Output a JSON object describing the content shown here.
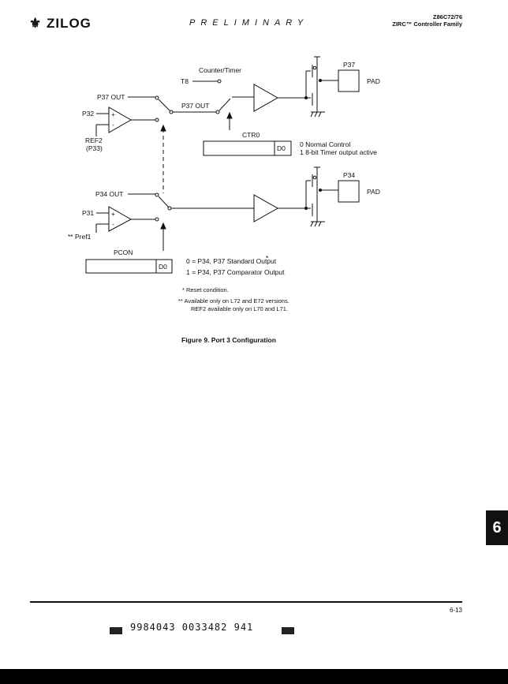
{
  "header": {
    "logo": "ZILOG",
    "center": "PRELIMINARY",
    "part": "Z86C72/76",
    "family": "ZIRC™ Controller Family"
  },
  "diagram": {
    "counter_timer": "Counter/Timer",
    "t8": "T8",
    "p37_out_top": "P37 OUT",
    "p37_out_mid": "P37 OUT",
    "p32": "P32",
    "ref2": "REF2",
    "p33": "(P33)",
    "plus": "+",
    "minus": "-",
    "p37_pin": "P37",
    "pad_top": "PAD",
    "ctr0": "CTR0",
    "d0_ctr": "D0",
    "ctr0_line1": "0  Normal Control",
    "ctr0_line2": "1  8-bit Timer output active",
    "p34_out": "P34 OUT",
    "p31": "P31",
    "pref1": "** Pref1",
    "p34_pin": "P34",
    "pad_bottom": "PAD",
    "pcon": "PCON",
    "d0_pcon": "D0",
    "pcon_line1": "0 = P34, P37 Standard Output",
    "pcon_line1_star": "*",
    "pcon_line2": "1 = P34, P37 Comparator Output"
  },
  "notes": {
    "note1": "*  Reset condition.",
    "note2": "** Available only on L72 and E72 versions.",
    "note3": "REF2 available only on L70 and L71."
  },
  "caption": "Figure 9.  Port 3 Configuration",
  "tab": "6",
  "page_number": "6-13",
  "barcode": "9984043 0033482 941"
}
